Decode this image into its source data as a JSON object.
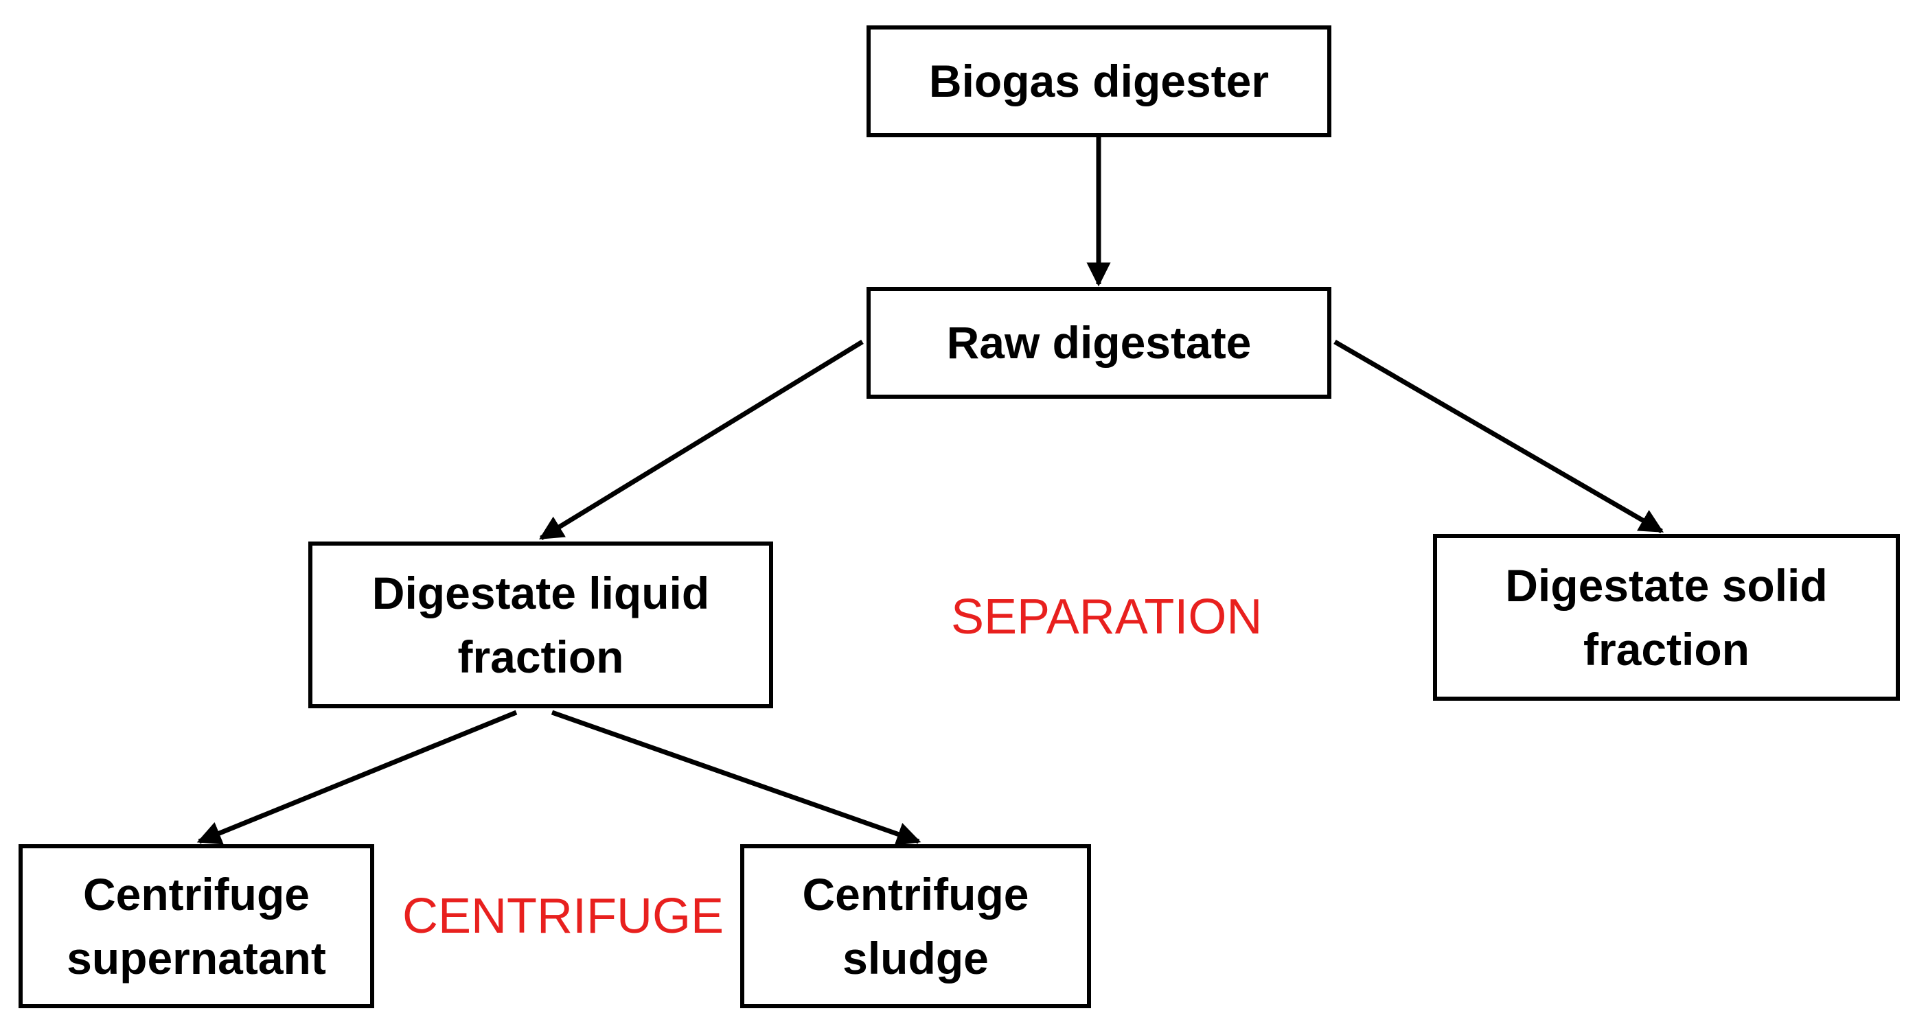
{
  "nodes": {
    "biogas_digester": "Biogas digester",
    "raw_digestate": "Raw digestate",
    "liquid_fraction": "Digestate liquid\nfraction",
    "solid_fraction": "Digestate solid\nfraction",
    "centrifuge_supernatant": "Centrifuge\nsupernatant",
    "centrifuge_sludge": "Centrifuge\nsludge"
  },
  "stage_labels": {
    "separation": "SEPARATION",
    "centrifuge": "CENTRIFUGE"
  },
  "colors": {
    "stage_label": "#e8201e",
    "box_border": "#000000",
    "arrow": "#000000"
  },
  "edges": [
    {
      "from": "biogas_digester",
      "to": "raw_digestate"
    },
    {
      "from": "raw_digestate",
      "to": "liquid_fraction"
    },
    {
      "from": "raw_digestate",
      "to": "solid_fraction"
    },
    {
      "from": "liquid_fraction",
      "to": "centrifuge_supernatant"
    },
    {
      "from": "liquid_fraction",
      "to": "centrifuge_sludge"
    }
  ]
}
